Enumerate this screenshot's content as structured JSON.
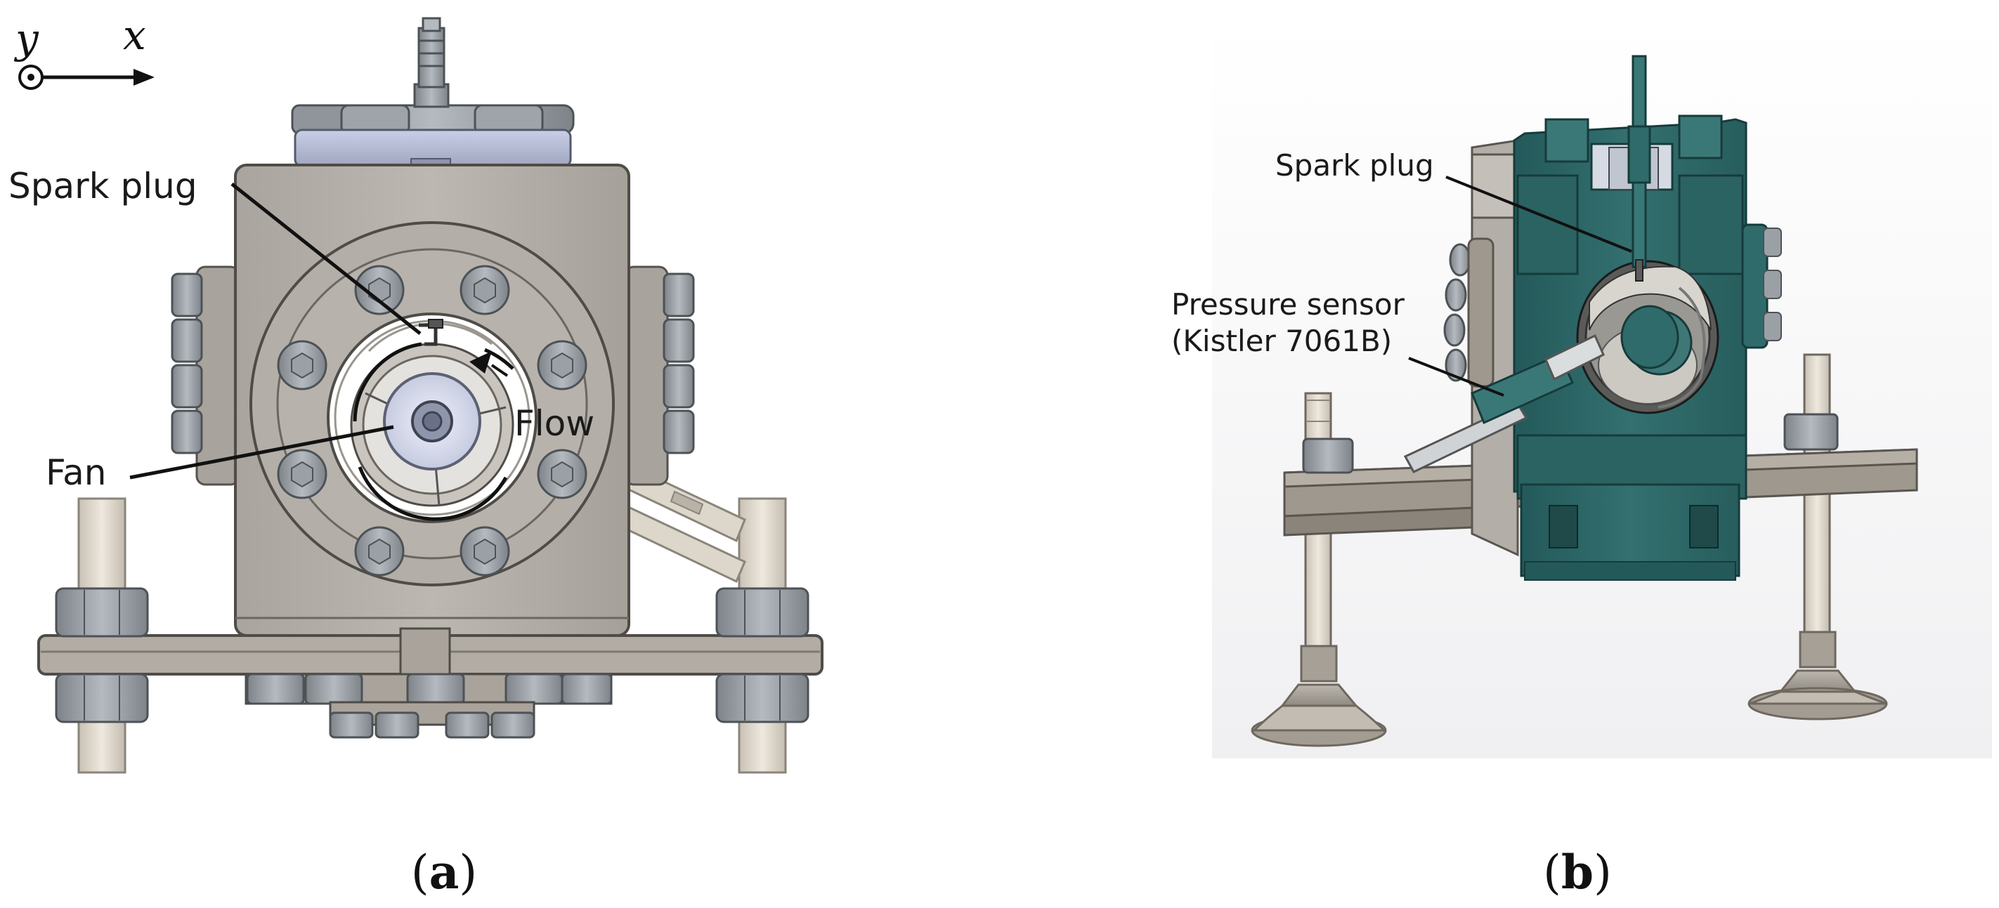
{
  "axes": {
    "y": "y",
    "x": "x"
  },
  "panel_a": {
    "labels": {
      "spark_plug": "Spark plug",
      "fan": "Fan",
      "flow": "Flow"
    },
    "caption": {
      "open": "(",
      "letter": "a",
      "close": ")"
    }
  },
  "panel_b": {
    "labels": {
      "spark_plug": "Spark plug",
      "pressure_sensor_line1": "Pressure sensor",
      "pressure_sensor_line2": "(Kistler 7061B)"
    },
    "caption": {
      "open": "(",
      "letter": "b",
      "close": ")"
    }
  },
  "colors": {
    "body": "#b8b4ad",
    "body_dark": "#8e8a84",
    "bolt": "#9aa0a5",
    "window": "#ffffff",
    "fan": "#d7dcef",
    "section": "#2f6b6a",
    "section_dark": "#1f4a49",
    "rod": "#ddd6cb"
  }
}
